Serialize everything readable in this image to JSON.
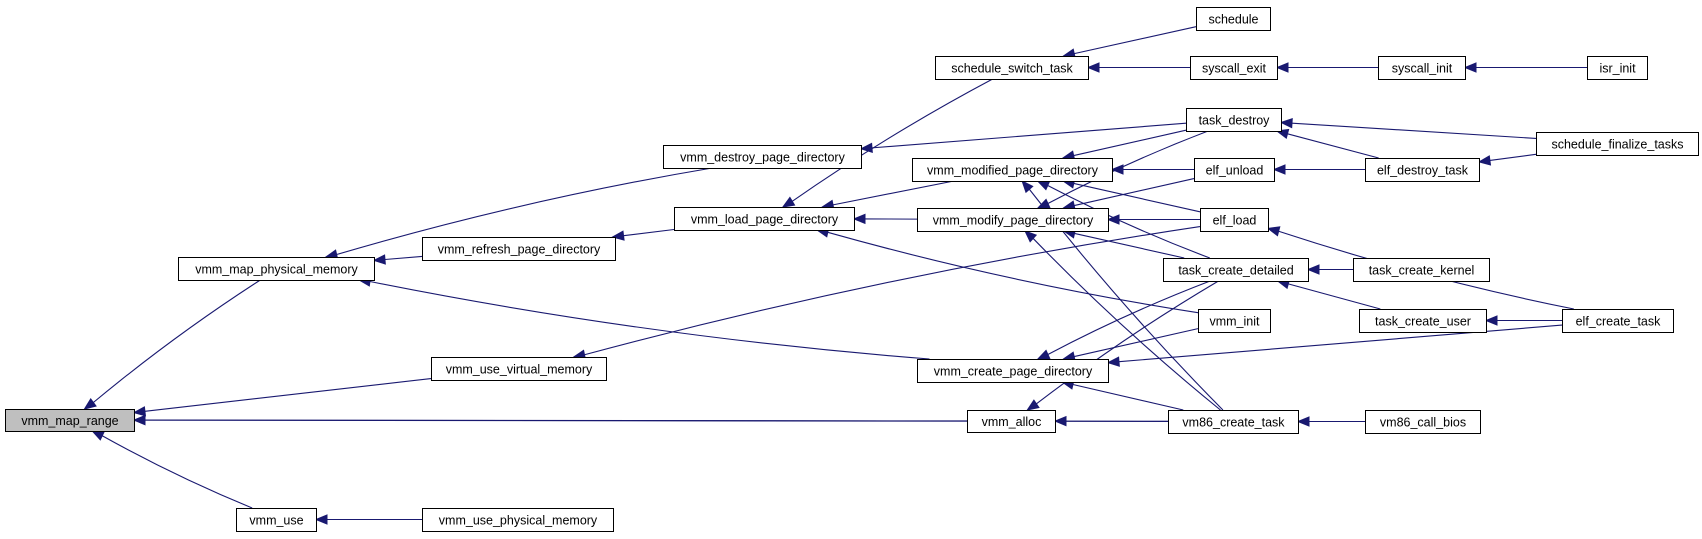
{
  "colors": {
    "edge": "#191970",
    "node_fill": "#ffffff",
    "highlight_fill": "#bfbfbf",
    "border": "#000000"
  },
  "graph": {
    "root": "vmm_map_range",
    "nodes": {
      "vmm_map_range": {
        "label": "vmm_map_range",
        "highlight": true
      },
      "vmm_map_physical_memory": {
        "label": "vmm_map_physical_memory"
      },
      "vmm_use_virtual_memory": {
        "label": "vmm_use_virtual_memory"
      },
      "vmm_alloc": {
        "label": "vmm_alloc"
      },
      "vmm_use": {
        "label": "vmm_use"
      },
      "vmm_use_physical_memory": {
        "label": "vmm_use_physical_memory"
      },
      "vmm_destroy_page_directory": {
        "label": "vmm_destroy_page_directory"
      },
      "vmm_refresh_page_directory": {
        "label": "vmm_refresh_page_directory"
      },
      "vmm_create_page_directory": {
        "label": "vmm_create_page_directory"
      },
      "vmm_load_page_directory": {
        "label": "vmm_load_page_directory"
      },
      "schedule_switch_task": {
        "label": "schedule_switch_task"
      },
      "vmm_modified_page_directory": {
        "label": "vmm_modified_page_directory"
      },
      "vmm_modify_page_directory": {
        "label": "vmm_modify_page_directory"
      },
      "schedule": {
        "label": "schedule"
      },
      "syscall_exit": {
        "label": "syscall_exit"
      },
      "syscall_init": {
        "label": "syscall_init"
      },
      "isr_init": {
        "label": "isr_init"
      },
      "task_destroy": {
        "label": "task_destroy"
      },
      "elf_unload": {
        "label": "elf_unload"
      },
      "elf_load": {
        "label": "elf_load"
      },
      "task_create_detailed": {
        "label": "task_create_detailed"
      },
      "vmm_init": {
        "label": "vmm_init"
      },
      "vm86_create_task": {
        "label": "vm86_create_task"
      },
      "elf_destroy_task": {
        "label": "elf_destroy_task"
      },
      "schedule_finalize_tasks": {
        "label": "schedule_finalize_tasks"
      },
      "task_create_kernel": {
        "label": "task_create_kernel"
      },
      "task_create_user": {
        "label": "task_create_user"
      },
      "elf_create_task": {
        "label": "elf_create_task"
      },
      "vm86_call_bios": {
        "label": "vm86_call_bios"
      }
    },
    "edges": [
      {
        "from": "vmm_map_physical_memory",
        "to": "vmm_map_range"
      },
      {
        "from": "vmm_use_virtual_memory",
        "to": "vmm_map_range"
      },
      {
        "from": "vmm_alloc",
        "to": "vmm_map_range"
      },
      {
        "from": "vm86_create_task",
        "to": "vmm_map_range"
      },
      {
        "from": "vmm_use",
        "to": "vmm_map_range"
      },
      {
        "from": "vmm_use_physical_memory",
        "to": "vmm_use"
      },
      {
        "from": "vmm_destroy_page_directory",
        "to": "vmm_map_physical_memory"
      },
      {
        "from": "vmm_refresh_page_directory",
        "to": "vmm_map_physical_memory"
      },
      {
        "from": "vmm_create_page_directory",
        "to": "vmm_map_physical_memory"
      },
      {
        "from": "elf_load",
        "to": "vmm_use_virtual_memory"
      },
      {
        "from": "task_destroy",
        "to": "vmm_destroy_page_directory"
      },
      {
        "from": "vmm_load_page_directory",
        "to": "vmm_refresh_page_directory"
      },
      {
        "from": "schedule_switch_task",
        "to": "vmm_load_page_directory"
      },
      {
        "from": "vmm_modified_page_directory",
        "to": "vmm_load_page_directory"
      },
      {
        "from": "vmm_modify_page_directory",
        "to": "vmm_load_page_directory"
      },
      {
        "from": "vmm_init",
        "to": "vmm_load_page_directory"
      },
      {
        "from": "schedule",
        "to": "schedule_switch_task"
      },
      {
        "from": "syscall_exit",
        "to": "schedule_switch_task"
      },
      {
        "from": "syscall_init",
        "to": "syscall_exit"
      },
      {
        "from": "isr_init",
        "to": "syscall_init"
      },
      {
        "from": "task_destroy",
        "to": "vmm_modified_page_directory"
      },
      {
        "from": "elf_unload",
        "to": "vmm_modified_page_directory"
      },
      {
        "from": "elf_load",
        "to": "vmm_modified_page_directory"
      },
      {
        "from": "task_create_detailed",
        "to": "vmm_modified_page_directory"
      },
      {
        "from": "vm86_create_task",
        "to": "vmm_modified_page_directory"
      },
      {
        "from": "task_destroy",
        "to": "vmm_modify_page_directory"
      },
      {
        "from": "elf_unload",
        "to": "vmm_modify_page_directory"
      },
      {
        "from": "elf_load",
        "to": "vmm_modify_page_directory"
      },
      {
        "from": "task_create_detailed",
        "to": "vmm_modify_page_directory"
      },
      {
        "from": "vm86_create_task",
        "to": "vmm_modify_page_directory"
      },
      {
        "from": "task_create_detailed",
        "to": "vmm_create_page_directory"
      },
      {
        "from": "vmm_init",
        "to": "vmm_create_page_directory"
      },
      {
        "from": "vm86_create_task",
        "to": "vmm_create_page_directory"
      },
      {
        "from": "elf_create_task",
        "to": "vmm_create_page_directory"
      },
      {
        "from": "task_create_detailed",
        "to": "vmm_alloc"
      },
      {
        "from": "vm86_create_task",
        "to": "vmm_alloc"
      },
      {
        "from": "elf_destroy_task",
        "to": "task_destroy"
      },
      {
        "from": "schedule_finalize_tasks",
        "to": "task_destroy"
      },
      {
        "from": "elf_destroy_task",
        "to": "elf_unload"
      },
      {
        "from": "elf_create_task",
        "to": "elf_load"
      },
      {
        "from": "task_create_kernel",
        "to": "task_create_detailed"
      },
      {
        "from": "task_create_user",
        "to": "task_create_detailed"
      },
      {
        "from": "vm86_call_bios",
        "to": "vm86_create_task"
      },
      {
        "from": "schedule_finalize_tasks",
        "to": "elf_destroy_task"
      },
      {
        "from": "elf_create_task",
        "to": "task_create_user"
      }
    ]
  }
}
